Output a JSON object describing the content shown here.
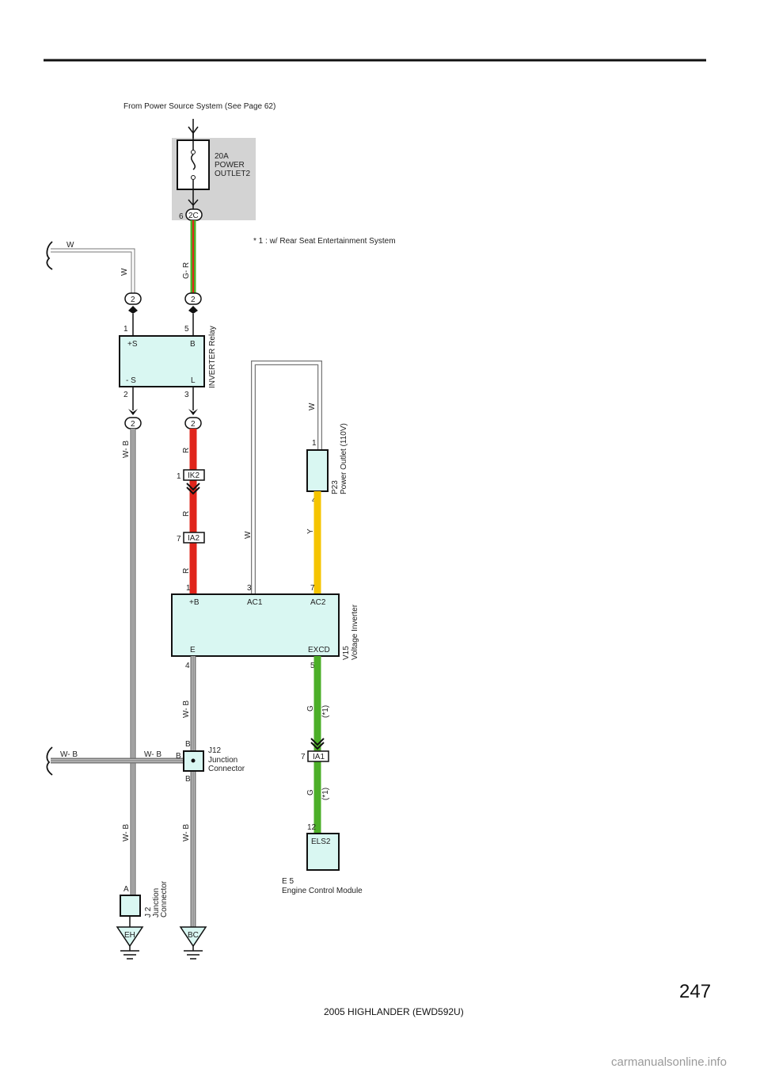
{
  "header": {
    "source": "From Power Source System (See Page 62)",
    "note": "* 1 : w/ Rear Seat Entertainment System"
  },
  "fuse": {
    "line1": "20A",
    "line2": "POWER",
    "line3": "OUTLET2",
    "connector": "2C",
    "pin": "6"
  },
  "relay": {
    "name": "INVERTER Relay",
    "terminals": {
      "plus_s": "+S",
      "b": "B",
      "minus_s": "- S",
      "l": "L"
    },
    "pins": {
      "p1": "1",
      "p5": "5",
      "p2": "2",
      "p3": "3"
    },
    "connector_top_left": "2",
    "connector_top_right": "2",
    "connector_bottom_left": "2",
    "connector_bottom_right": "2"
  },
  "wires": {
    "w_top": "W",
    "w_left": "W",
    "gr": "G- R",
    "wb_left_upper": "W- B",
    "r1": "R",
    "r2": "R",
    "r3": "R",
    "w_mid": "W",
    "w_right": "W",
    "y": "Y",
    "wb_mid": "W- B",
    "g1": "G",
    "g1_note": "(*1)",
    "g2": "G",
    "g2_note": "(*1)",
    "wb_left_lower": "W- B",
    "wb_mid_lower": "W- B",
    "wb_far_left": "W- B",
    "wb_junction": "W- B"
  },
  "connectors": {
    "ik2": {
      "name": "IK2",
      "pin": "1"
    },
    "ia2": {
      "name": "IA2",
      "pin": "7"
    },
    "ia1": {
      "name": "IA1",
      "pin": "7"
    }
  },
  "outlet": {
    "code": "P23",
    "name": "Power Outlet (110V)",
    "pin_top": "1",
    "pin_bottom": "4"
  },
  "inverter": {
    "code": "V15",
    "name": "Voltage Inverter",
    "terminals": {
      "b": "+B",
      "ac1": "AC1",
      "ac2": "AC2",
      "e": "E",
      "excd": "EXCD"
    },
    "pins": {
      "p1": "1",
      "p3": "3",
      "p7": "7",
      "p4": "4",
      "p5": "5"
    }
  },
  "j12": {
    "code": "J12",
    "line1": "Junction",
    "line2": "Connector",
    "pin_top": "B",
    "pin_left": "B",
    "pin_bottom": "B"
  },
  "ecm": {
    "terminal": "ELS2",
    "pin": "12",
    "code": "E 5",
    "name": "Engine Control Module"
  },
  "j2": {
    "code": "J 2",
    "line1": "Junction",
    "line2": "Connector",
    "pin": "A"
  },
  "grounds": {
    "left": "EH",
    "right": "BC"
  },
  "footer": {
    "page": "247",
    "model": "2005 HIGHLANDER (EWD592U)"
  },
  "watermark": "carmanualsonline.info"
}
